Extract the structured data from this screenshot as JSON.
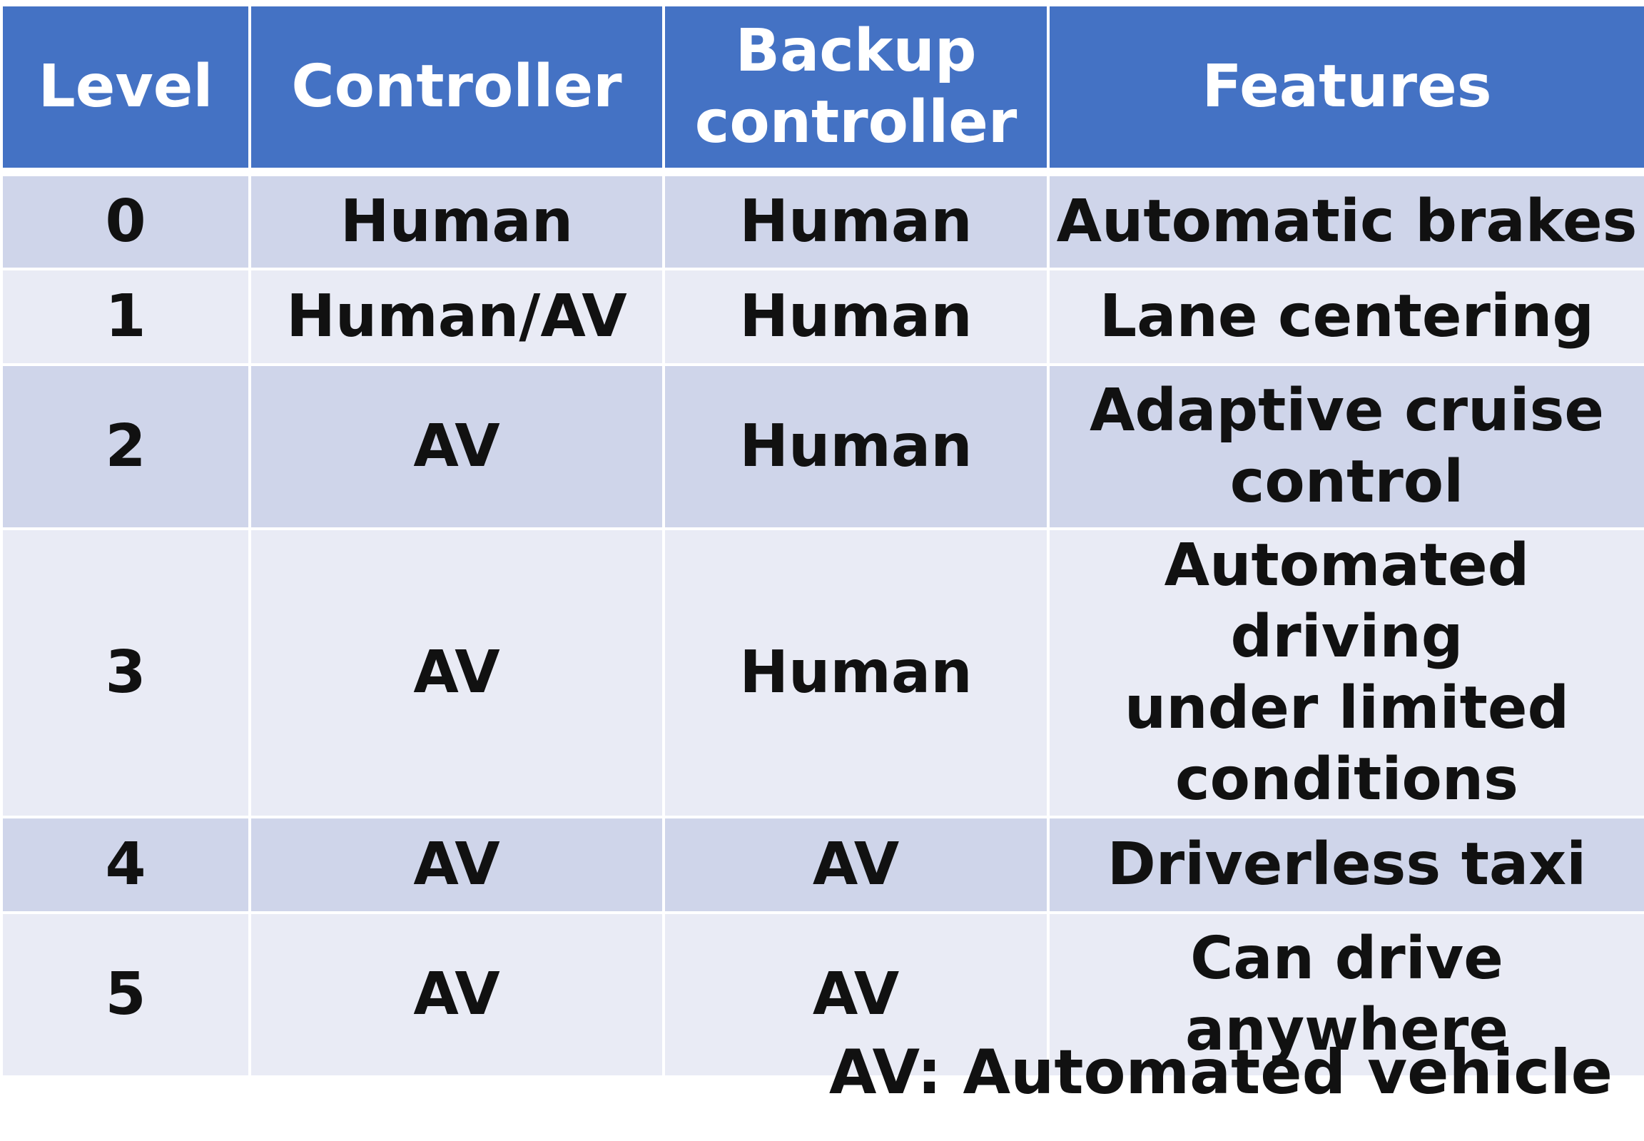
{
  "table": {
    "headers": [
      {
        "key": "level",
        "label": "Level"
      },
      {
        "key": "controller",
        "label": "Controller"
      },
      {
        "key": "backup",
        "label": "Backup\ncontroller"
      },
      {
        "key": "features",
        "label": "Features"
      }
    ],
    "rows": [
      {
        "level": "0",
        "controller": "Human",
        "backup": "Human",
        "features": "Automatic brakes"
      },
      {
        "level": "1",
        "controller": "Human/AV",
        "backup": "Human",
        "features": "Lane centering"
      },
      {
        "level": "2",
        "controller": "AV",
        "backup": "Human",
        "features": "Adaptive cruise\ncontrol"
      },
      {
        "level": "3",
        "controller": "AV",
        "backup": "Human",
        "features": "Automated driving\nunder limited\nconditions"
      },
      {
        "level": "4",
        "controller": "AV",
        "backup": "AV",
        "features": "Driverless taxi"
      },
      {
        "level": "5",
        "controller": "AV",
        "backup": "AV",
        "features": "Can drive\nanywhere"
      }
    ]
  },
  "footnote": "AV: Automated vehicle",
  "colors": {
    "header_bg": "#4472c4",
    "row_dark": "#cfd5ea",
    "row_light": "#e9ebf5",
    "header_text": "#ffffff",
    "body_text": "#111111"
  }
}
